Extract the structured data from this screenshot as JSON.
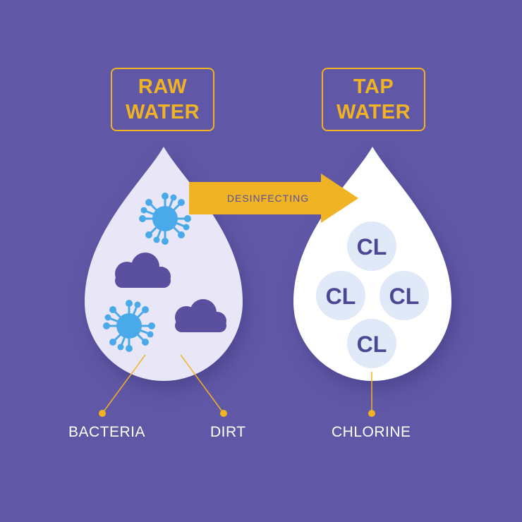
{
  "raw": {
    "line1": "RAW",
    "line2": "WATER"
  },
  "tap": {
    "line1": "TAP",
    "line2": "WATER"
  },
  "arrow": {
    "label": "DESINFECTING"
  },
  "chlorine_symbols": [
    "CL",
    "CL",
    "CL",
    "CL"
  ],
  "callouts": {
    "bacteria": "BACTERIA",
    "dirt": "DIRT",
    "chlorine": "CHLORINE"
  },
  "colors": {
    "background": "#6058a6",
    "accent": "#f0b323",
    "raw_drop": "#e9e7f7",
    "tap_drop": "#ffffff",
    "bacteria": "#4aa9e8",
    "dirt": "#5a4f9e",
    "chlorine_circle": "#dfe9f8",
    "chlorine_text": "#4c4695"
  },
  "icons": [
    "bacteria-icon",
    "dirt-cloud-icon",
    "chlorine-circle-icon",
    "arrow-right-icon"
  ]
}
